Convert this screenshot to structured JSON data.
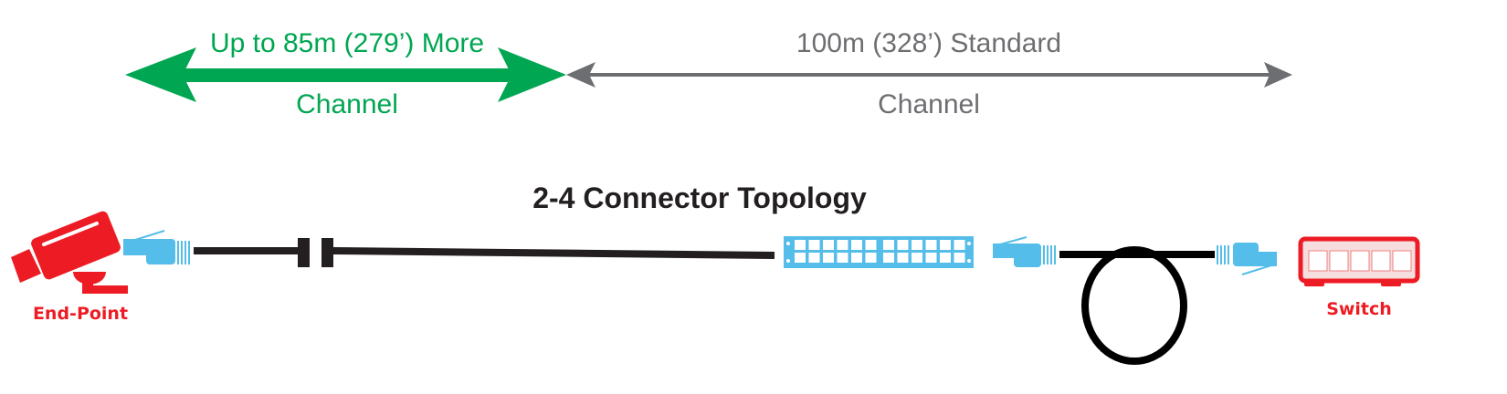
{
  "arrows": {
    "extended": {
      "line1": "Up to 85m (279’) More",
      "line2": "Channel",
      "color": "#00a651"
    },
    "standard": {
      "line1": "100m (328’) Standard",
      "line2": "Channel",
      "color": "#6d6e71"
    }
  },
  "title": "2-4 Connector Topology",
  "devices": {
    "endpoint": {
      "label": "End-Point",
      "icon": "security-camera-icon",
      "color": "#ed1c24"
    },
    "switch": {
      "label": "Switch",
      "icon": "network-switch-icon",
      "color": "#ed1c24"
    }
  },
  "components": {
    "plug_color": "#55bde9",
    "cable_color": "#231f20",
    "patch_panel_ports": 24
  }
}
